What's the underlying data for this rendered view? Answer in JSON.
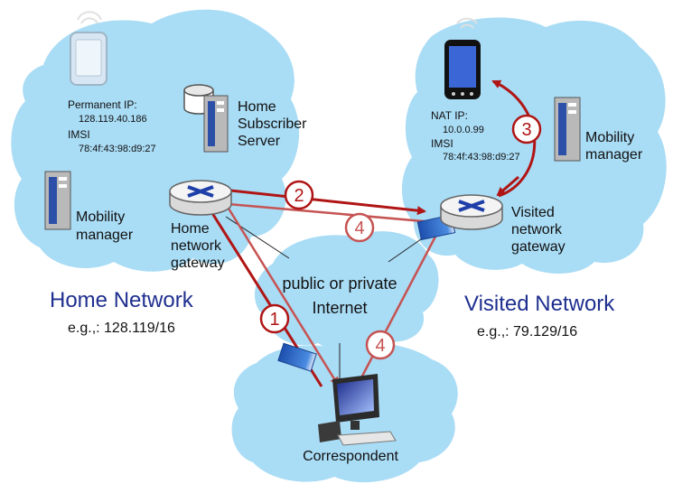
{
  "home": {
    "title": "Home Network",
    "subnet": "e.g.,: 128.119/16",
    "phone": {
      "ip_label": "Permanent IP:",
      "ip_value": "128.119.40.186",
      "imsi_label": "IMSI",
      "imsi_value": "78:4f:43:98:d9:27"
    },
    "hss": [
      "Home",
      "Subscriber",
      "Server"
    ],
    "mobility_manager": [
      "Mobility",
      "manager"
    ],
    "gateway": [
      "Home",
      "network",
      "gateway"
    ]
  },
  "visited": {
    "title": "Visited Network",
    "subnet": "e.g.,: 79.129/16",
    "phone": {
      "ip_label": "NAT IP:",
      "ip_value": "10.0.0.99",
      "imsi_label": "IMSI",
      "imsi_value": "78:4f:43:98:d9:27"
    },
    "mobility_manager": [
      "Mobility",
      "manager"
    ],
    "gateway": [
      "Visited",
      "network",
      "gateway"
    ]
  },
  "internet": [
    "public or  private",
    "Internet"
  ],
  "correspondent": "Correspondent",
  "steps": [
    "1",
    "2",
    "3",
    "4",
    "4"
  ],
  "colors": {
    "cloud": "#a9dcf5",
    "arrow_dark": "#b01515",
    "arrow_light": "#c65353",
    "title_blue": "#1f2f8f",
    "tunnel_blue": "#2a66c8"
  }
}
